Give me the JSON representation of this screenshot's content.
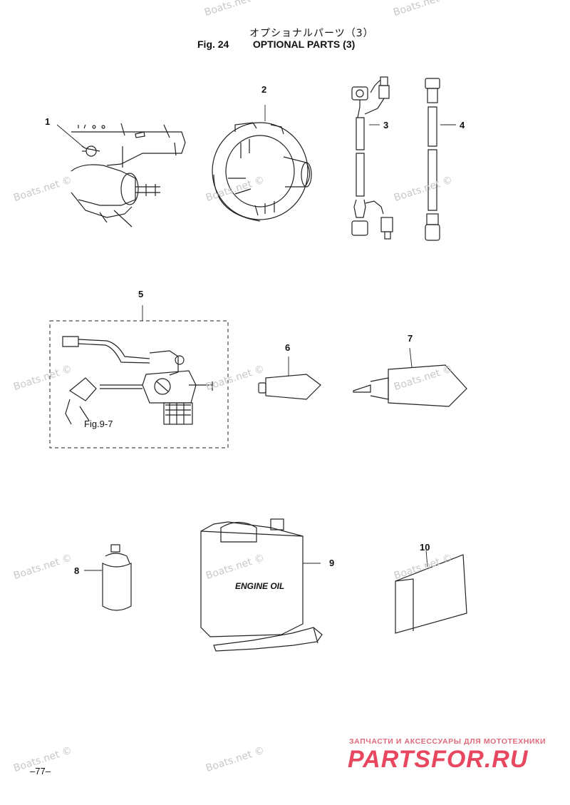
{
  "header": {
    "title_jp": "オプショナルパーツ（3）",
    "fig_label": "Fig. 24",
    "title_en": "OPTIONAL PARTS (3)"
  },
  "callouts": [
    "1",
    "2",
    "3",
    "4",
    "5",
    "6",
    "7",
    "8",
    "9",
    "10"
  ],
  "figure_ref": "Fig.9-7",
  "oil_can_label": "ENGINE OIL",
  "page_number": "–77–",
  "watermark_text": "Boats.net ©",
  "brand": {
    "subtitle": "ЗАПЧАСТИ И АКСЕССУАРЫ ДЛЯ МОТОТЕХНИКИ",
    "logo": "PARTSFOR.RU"
  }
}
